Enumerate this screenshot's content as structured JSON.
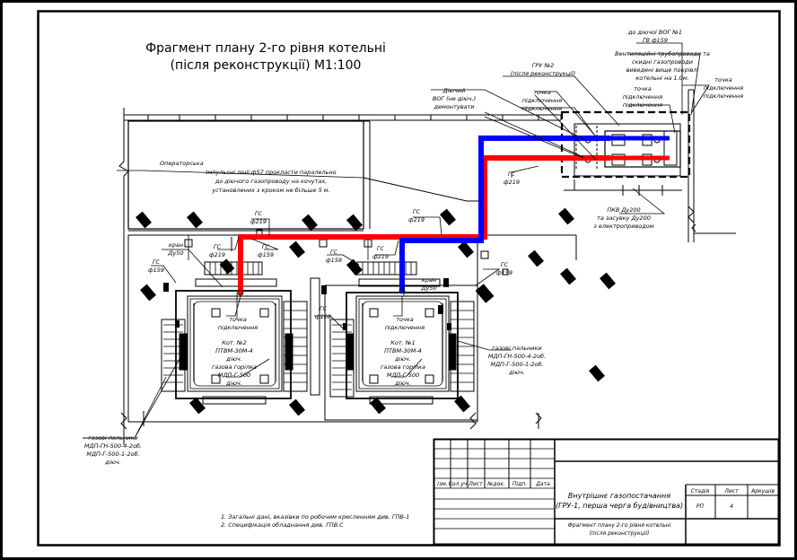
{
  "title": {
    "line1": "Фрагмент плану 2-го рівня котельні",
    "line2": "(після реконструкції)  М1:100"
  },
  "rooms": {
    "operator": "Операторська"
  },
  "notes": {
    "impulse": [
      "Імпульсні лінії ф57 прокласти паралельно",
      "до діючого газопроводу на кочутах,",
      "установлених з кроком не більше 5 м."
    ],
    "general": [
      "1. Загальні дані, вказівки по робочим кресленням див. ГПВ-1",
      "2. Специфікація обладнання див. ГПВ.С"
    ]
  },
  "callouts": {
    "gs_d159_top": [
      "до діючої ВОГ №1",
      "ГВ ф159"
    ],
    "vent_pipes": [
      "Вентиляційні трубопроводи та",
      "скидні газопроводи",
      "виведені вище покрівлі",
      "котельні на 1.0м."
    ],
    "gru": [
      "ГРУ №2",
      "(після реконструкції)"
    ],
    "pt_top": [
      "точка",
      "підключення"
    ],
    "pt_right": [
      "точка",
      "підключення",
      "підключення"
    ],
    "existing_vog": [
      "Діючий",
      "ВОГ (не діюч.)",
      "демонтувати"
    ],
    "pt_mid": [
      "точка",
      "підключення",
      "підключення"
    ],
    "gs_d219_pipe": [
      "ГС",
      "ф219"
    ],
    "pkv": [
      "ПКВ Ду200",
      "та засувку Ду200",
      "з електроприводом"
    ],
    "gs_d219_left": [
      "ГС",
      "ф219"
    ],
    "gs_d219_mid": [
      "ГС",
      "ф219"
    ],
    "kran_left": [
      "кран",
      "Ду50"
    ],
    "gs_d219_b1": [
      "ГС",
      "ф219"
    ],
    "gs_d159_b1": [
      "ГС",
      "ф159"
    ],
    "gs_d159_far": [
      "ГС",
      "ф159"
    ],
    "gs_d159_b2": [
      "ГС",
      "ф159"
    ],
    "gs_d219_b2": [
      "ГС",
      "ф219"
    ],
    "gs_d159_right": [
      "ГС",
      "ф159"
    ],
    "kran_right": [
      "кран",
      "Ду50"
    ],
    "gs_d108": [
      "ГС",
      "ф108"
    ],
    "burners_right": [
      "газові пальники",
      "МДП-ГН-500-4-2об.",
      "МДП-Г-500-1-2об.",
      "діюч."
    ],
    "burners_left": [
      "газові пальники",
      "МДП-ГН-500-4-2об.",
      "МДП-Г-500-1-2об.",
      "діюч."
    ]
  },
  "boilers": [
    {
      "label": [
        "Кот. №2",
        "ПТВМ-30М-4",
        "діюч."
      ],
      "pt": [
        "точка",
        "підключення"
      ],
      "burner": [
        "газова горілка",
        "МДП-Г-500",
        "діюч."
      ]
    },
    {
      "label": [
        "Кот. №1",
        "ПТВМ-30М-4",
        "діюч."
      ],
      "pt": [
        "точка",
        "підключення"
      ],
      "burner": [
        "газова горілка",
        "МДП-Г-500",
        "діюч."
      ]
    }
  ],
  "stamp": {
    "columns": [
      "Ізм.",
      "Кол.уч.",
      "Лист",
      "№док.",
      "Підп.",
      "Дата"
    ],
    "project": [
      "Внутрішнє газопостачання",
      "(ГРУ-1, перша черга будівництва)"
    ],
    "sheet_title": [
      "Фрагмент плану 2-го рівня котельні",
      "(після реконструкції)"
    ],
    "headers": [
      "Стадія",
      "Лист",
      "Аркушів"
    ],
    "values": [
      "РП",
      "4",
      ""
    ]
  },
  "colors": {
    "gas_red": "#ff0000",
    "gas_blue": "#0000ff",
    "line": "#000000"
  }
}
